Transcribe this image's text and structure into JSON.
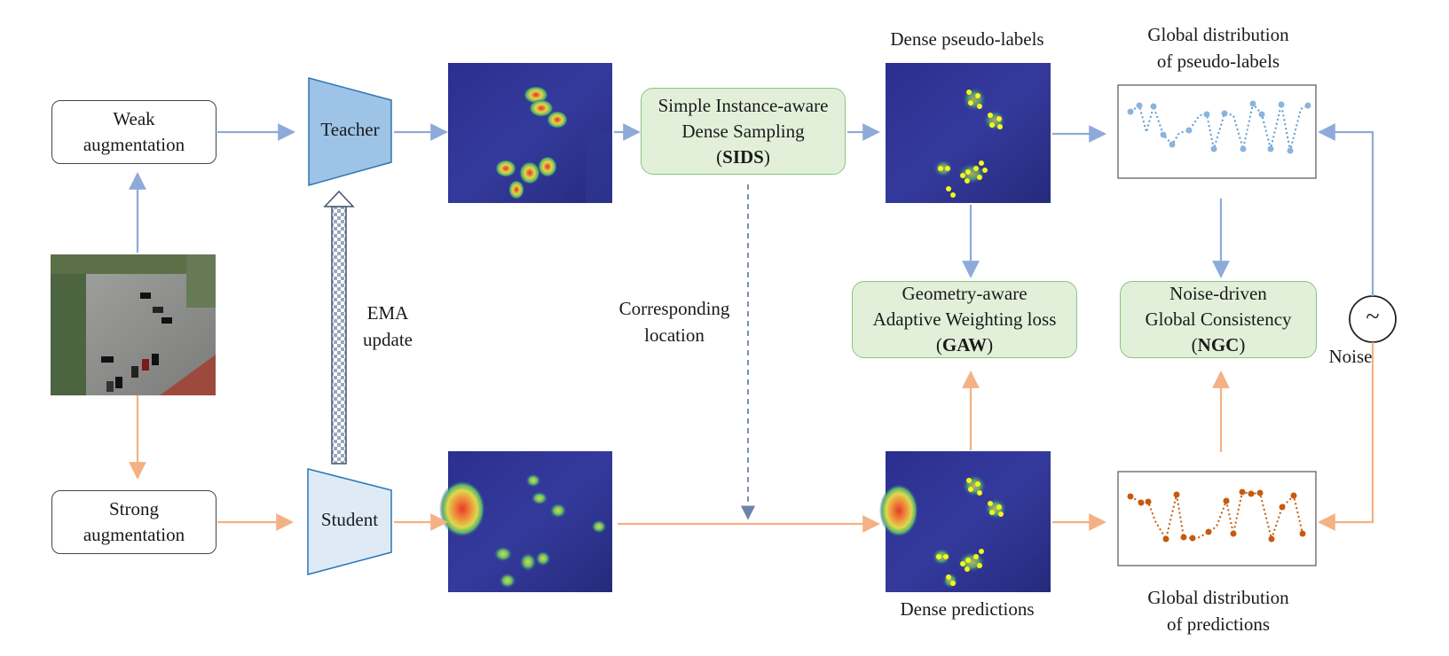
{
  "augment": {
    "weak_line1": "Weak",
    "weak_line2": "augmentation",
    "strong_line1": "Strong",
    "strong_line2": "augmentation"
  },
  "models": {
    "teacher": "Teacher",
    "student": "Student",
    "ema_line1": "EMA",
    "ema_line2": "update"
  },
  "sids": {
    "line1": "Simple Instance-aware",
    "line2_prefix": "Dense Sampling",
    "line3_open": "(",
    "abbr": "SIDS",
    "line3_close": ")"
  },
  "gaw": {
    "line1": "Geometry-aware",
    "line2": "Adaptive Weighting loss",
    "line3_open": "(",
    "abbr": "GAW",
    "line3_close": ")"
  },
  "ngc": {
    "line1": "Noise-driven",
    "line2": "Global Consistency",
    "line3_open": "(",
    "abbr": "NGC",
    "line3_close": ")"
  },
  "labels": {
    "corresponding_line1": "Corresponding",
    "corresponding_line2": "location",
    "dense_pseudo_labels": "Dense pseudo-labels",
    "dense_predictions": "Dense predictions",
    "global_pseudo_line1": "Global distribution",
    "global_pseudo_line2": "of pseudo-labels",
    "global_pred_line1": "Global distribution",
    "global_pred_line2": "of predictions",
    "noise": "Noise",
    "noise_symbol": "~"
  },
  "colors": {
    "teacher_flow": "#8eaadb",
    "student_flow": "#f4b183",
    "module_fill": "#e2f0d9",
    "module_border": "#8cc47c",
    "pseudo_dots": "#7fb2dd",
    "pred_dots": "#c55a11",
    "dashed_link": "#6d84a8"
  }
}
